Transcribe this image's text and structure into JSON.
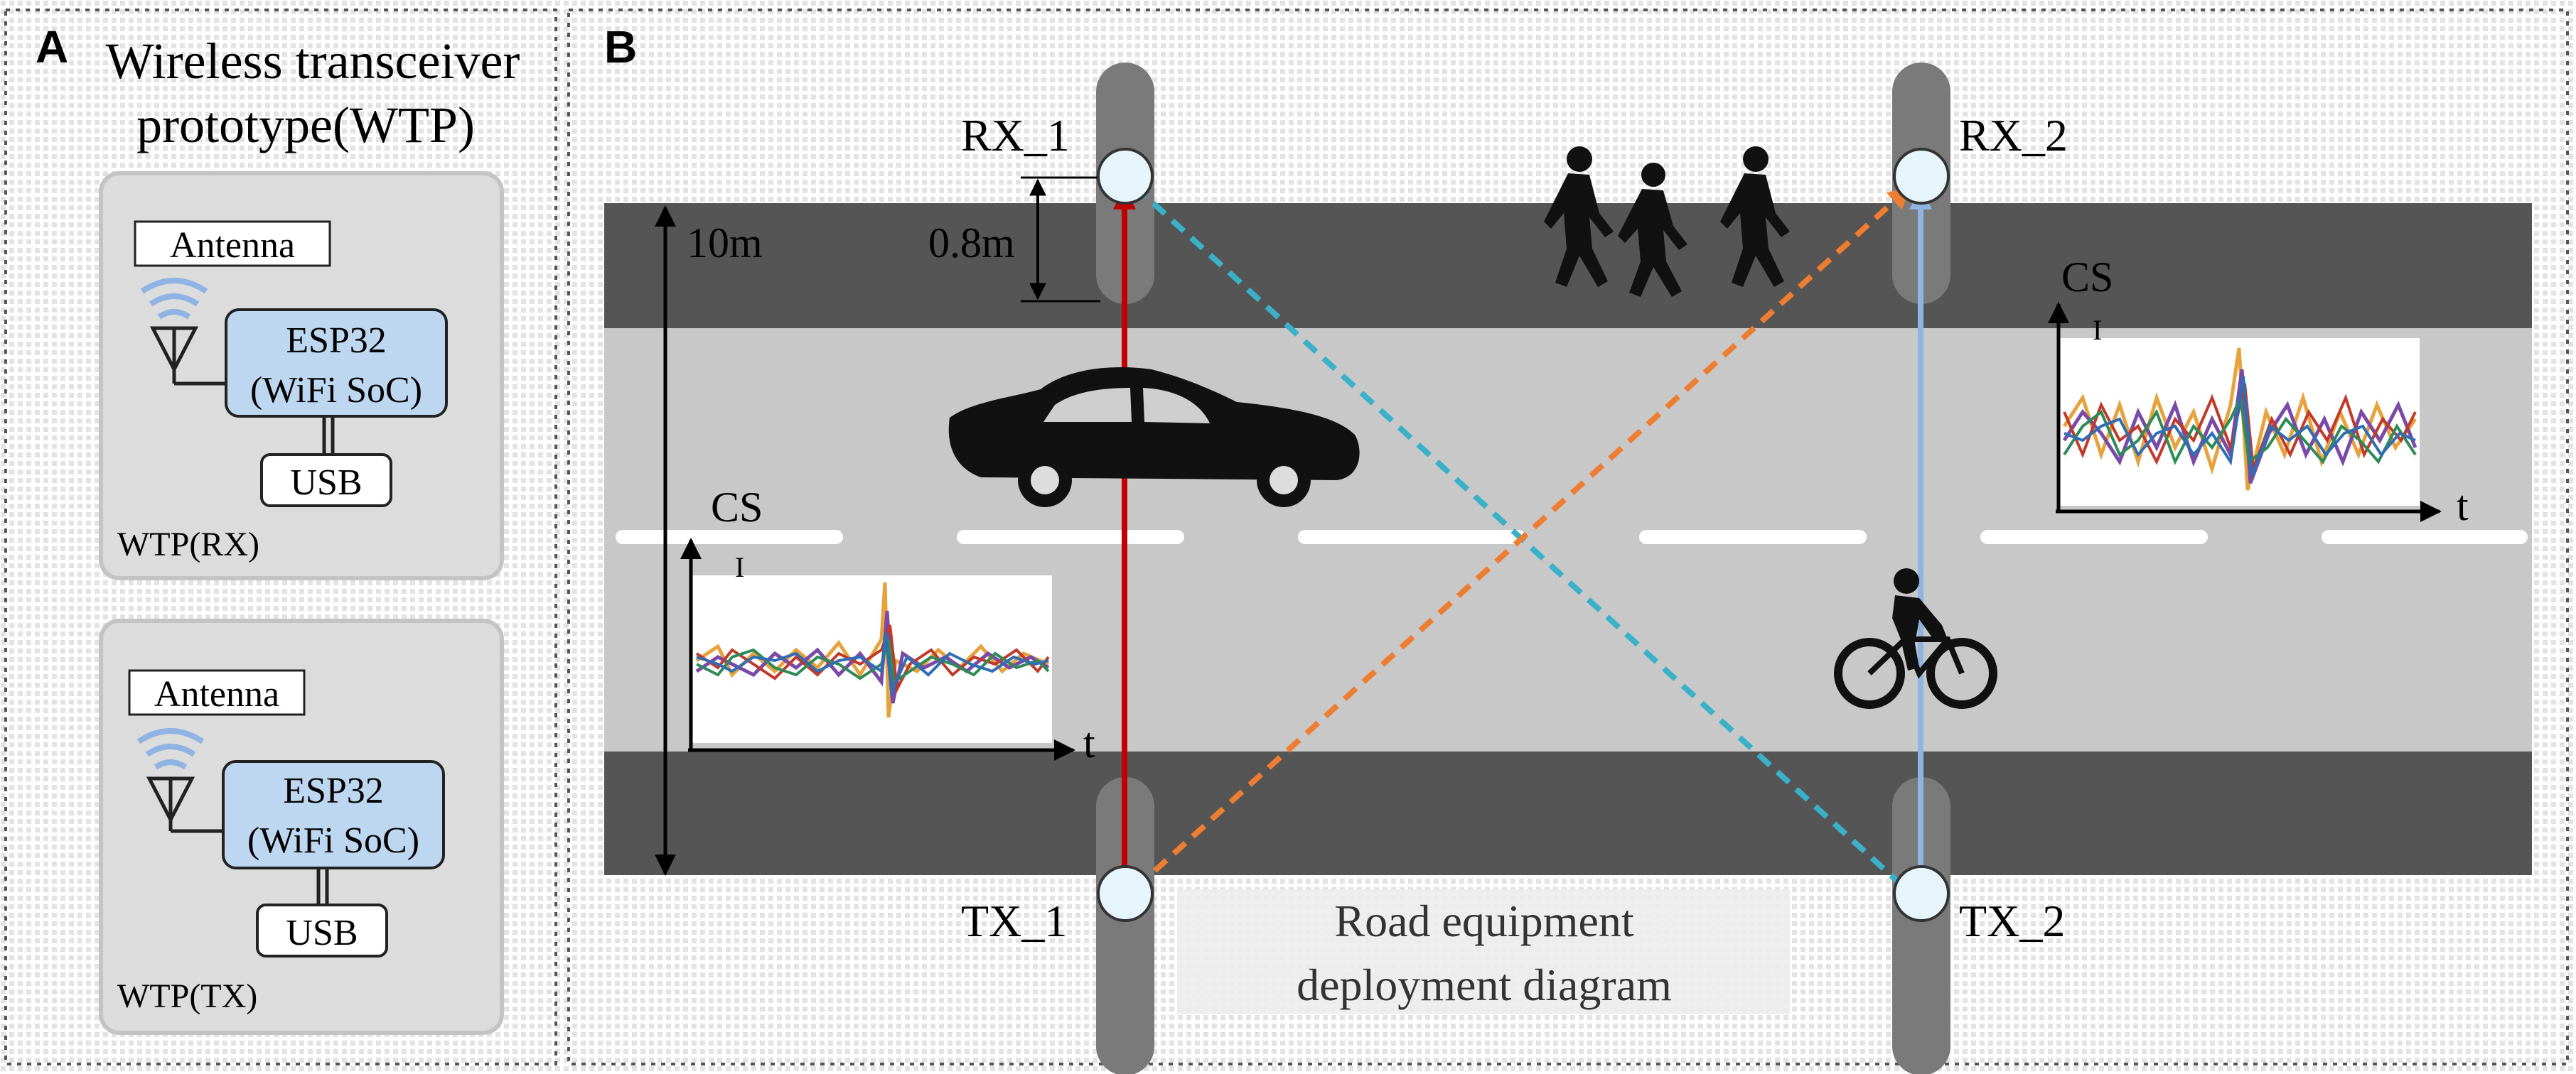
{
  "panel_a": {
    "letter": "A",
    "title_line1": "Wireless transceiver",
    "title_line2": "prototype(WTP)",
    "devices": [
      {
        "antenna_label": "Antenna",
        "chip_line1": "ESP32",
        "chip_line2": "(WiFi SoC)",
        "port_label": "USB",
        "device_label": "WTP(RX)"
      },
      {
        "antenna_label": "Antenna",
        "chip_line1": "ESP32",
        "chip_line2": "(WiFi SoC)",
        "port_label": "USB",
        "device_label": "WTP(TX)"
      }
    ],
    "chip_color": "#bcd7ef"
  },
  "panel_b": {
    "letter": "B",
    "nodes": {
      "rx1": "RX_1",
      "rx2": "RX_2",
      "tx1": "TX_1",
      "tx2": "TX_2"
    },
    "dimensions": {
      "road_width": "10m",
      "pole_offset": "0.8m"
    },
    "signal_plots": [
      {
        "y_label": "CS",
        "y_sub": "I",
        "x_label": "t"
      },
      {
        "y_label": "CS",
        "y_sub": "I",
        "x_label": "t"
      }
    ],
    "caption_line1": "Road equipment",
    "caption_line2": "deployment diagram",
    "link_colors": {
      "tx1_rx1": "#c00000",
      "tx2_rx2": "#8fb4e3",
      "tx2_rx1": "#3bb0c9",
      "tx1_rx2": "#ed7d31"
    }
  }
}
